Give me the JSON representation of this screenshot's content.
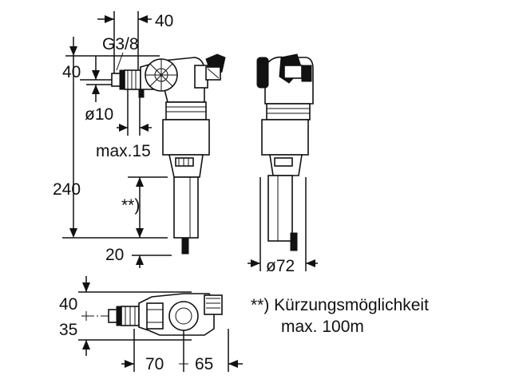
{
  "dimensions": {
    "top_width": "40",
    "thread": "G3/8",
    "inlet_height": "40",
    "diameter_10": "ø10",
    "max_15": "max.15",
    "height_240": "240",
    "shortening_mark": "**)",
    "bottom_20": "20",
    "diameter_72": "ø72",
    "plan_40": "40",
    "plan_35": "35",
    "plan_70": "70",
    "plan_65": "65"
  },
  "note": {
    "line1": "**) Kürzungsmöglichkeit",
    "line2": "max. 100m"
  }
}
